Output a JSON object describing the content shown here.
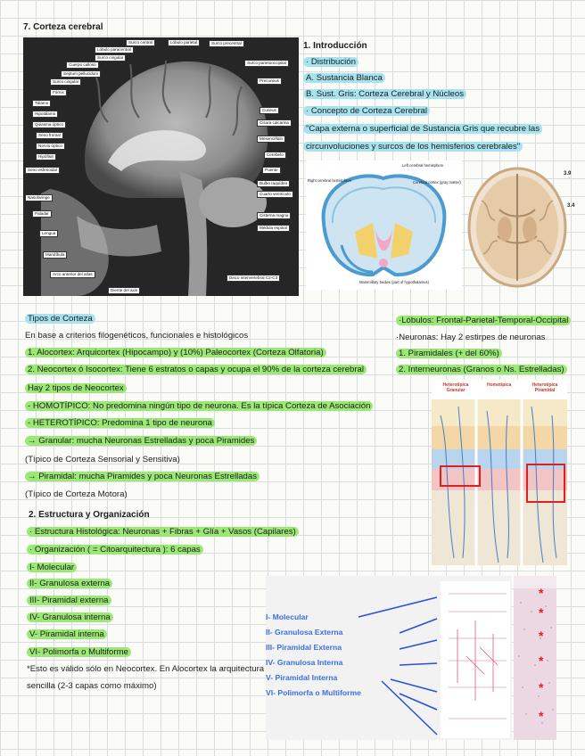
{
  "title": "7. Corteza cerebral",
  "intro": {
    "heading": "1. Introducción",
    "items": [
      "· Distribución",
      "A. Sustancia Blanca",
      "B. Sust. Gris: Corteza Cerebral y Núcleos",
      "· Concepto de Corteza Cerebral",
      "\"Capa externa o superficial de Sustancia Gris que recubre las",
      "circunvoluciones y surcos de los hemisferios cerebrales\""
    ]
  },
  "mri_labels": {
    "top": [
      "Surco central",
      "Lóbulo parietal",
      "Surco precentral",
      "Lóbulo paracentral",
      "Surco cingular",
      "Cuerpo calloso",
      "Septum pellucidum"
    ],
    "left": [
      "Surco cingular",
      "Fórnix",
      "Tálamo",
      "Hipotálamo",
      "Quiasma óptico",
      "Seno frontal",
      "Nervio óptico",
      "Hipófisis",
      "Seno esfenoidal",
      "Nasofaringe",
      "Paladar",
      "Lengua",
      "Mandíbula",
      "Arco anterior del atlas",
      "Diente del axis"
    ],
    "right": [
      "Surco parietooccipital",
      "Precuneus",
      "Cuneus",
      "Cisura calcarina",
      "Mesencéfalo",
      "Cerebelo",
      "Puente",
      "Bulbo raquídeo",
      "Cuarto ventrículo",
      "Cisterna magna",
      "Médula espinal",
      "Disco intervertebral C2-C3"
    ]
  },
  "coronal_labels": [
    "Right cerebral hemisphere",
    "Left cerebral hemisphere",
    "Cerebral cortex (gray matter)",
    "Mammillary bodies (part of hypothalamus)"
  ],
  "axial_labels": [
    "3.9",
    "3.4"
  ],
  "tipos": {
    "heading": "Tipos de Corteza",
    "lines": [
      "En base a criterios filogenéticos, funcionales e histológicos",
      "1. Alocortex: Arquicortex (Hipocampo) y (10%) Paleocortex (Corteza Olfatoria)",
      "2. Neocortex ó Isocortex: Tiene 6 estratos o capas y ocupa el 90% de la corteza cerebral",
      "Hay 2 tipos de Neocortex",
      "- HOMOTÍPICO: No predomina ningún tipo de neurona. Es la típica Corteza de Asociación",
      "- HETEROTÍPICO: Predomina 1 tipo de neurona",
      "→ Granular: mucha Neuronas Estrelladas y poca Piramides",
      "(Típico de Corteza Sensorial y Sensitiva)",
      "→ Piramidal: mucha Piramides y poca Neuronas Estrelladas",
      "(Típico de Corteza Motora)"
    ]
  },
  "lobulos": {
    "lines": [
      "·Lóbulos: Frontal-Parietal-Temporal-Occipital",
      "·Neuronas: Hay 2 estirpes de neuronas",
      "1. Piramidales (+ del 60%)",
      "2. Interneuronas (Granos o Ns. Estrelladas)"
    ]
  },
  "panels": [
    "Heterotípica Granular",
    "Homotípica",
    "Heterotípica Piramidal"
  ],
  "estructura": {
    "heading": "2. Estructura y Organización",
    "lines": [
      "· Estructura Histológica: Neuronas + Fibras + Glía + Vasos (Capilares)",
      "· Organización ( = Citoarquitectura ): 6 capas",
      "I- Molecular",
      "II- Granulosa externa",
      "III- Piramidal externa",
      "IV- Granulosa interna",
      "V- Piramidal interna",
      "VI- Polimorfa o Multiforme",
      "*Esto es válido sólo en Neocortex. En Alocortex la arquitectura es más",
      "sencilla (2-3 capas como máximo)"
    ]
  },
  "capas_diagrama": [
    "I- Molecular",
    "II- Granulosa Externa",
    "III- Piramidal Externa",
    "IV- Granulosa Interna",
    "V- Piramidal Interna",
    "VI- Polimorfa o Multiforme"
  ],
  "colors": {
    "highlight_blue": "#a6e3ef",
    "highlight_green": "#9be876",
    "diagram_blue": "#3b6fe0",
    "arrow_blue": "#2a4fd6",
    "red_box": "#e02020"
  }
}
